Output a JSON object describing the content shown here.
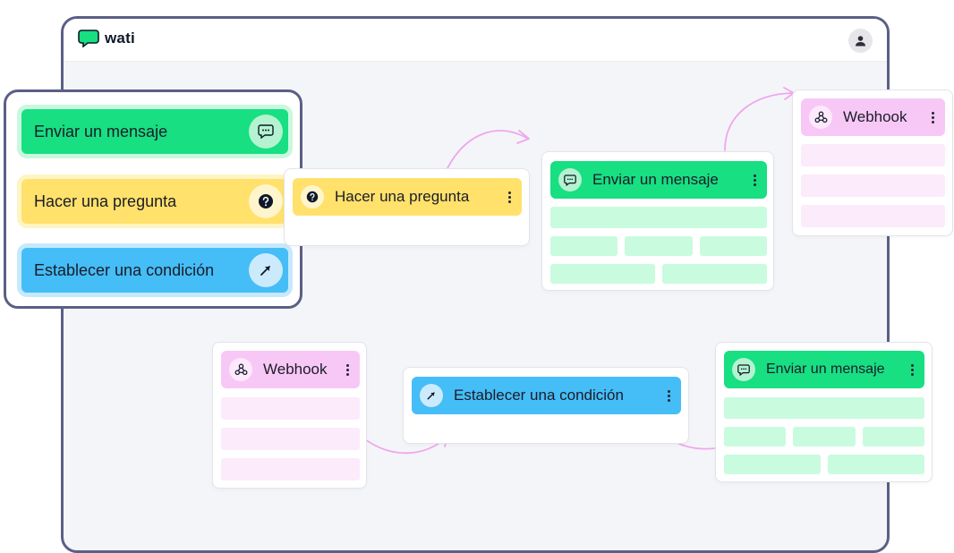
{
  "app": {
    "logo_text": "wati"
  },
  "palette": {
    "items": [
      {
        "label": "Enviar un mensaje",
        "icon": "chat-bubble-icon",
        "color": "#17df82"
      },
      {
        "label": "Hacer una pregunta",
        "icon": "question-icon",
        "color": "#ffe16b"
      },
      {
        "label": "Establecer una condición",
        "icon": "condition-arrow-icon",
        "color": "#45bdf7"
      }
    ]
  },
  "flow": {
    "nodes": [
      {
        "label": "Hacer una pregunta",
        "icon": "question-icon",
        "color": "#ffe16b"
      },
      {
        "label": "Enviar un mensaje",
        "icon": "chat-bubble-icon",
        "color": "#17df82"
      },
      {
        "label": "Webhook",
        "icon": "webhook-icon",
        "color": "#f7c8f6"
      },
      {
        "label": "Webhook",
        "icon": "webhook-icon",
        "color": "#f7c8f6"
      },
      {
        "label": "Establecer una condición",
        "icon": "condition-arrow-icon",
        "color": "#45bdf7"
      },
      {
        "label": "Enviar un mensaje",
        "icon": "chat-bubble-icon",
        "color": "#17df82"
      }
    ]
  },
  "colors": {
    "frame": "#5b5f86",
    "canvas": "#f4f5f8",
    "arrow": "#f0a6ee"
  }
}
